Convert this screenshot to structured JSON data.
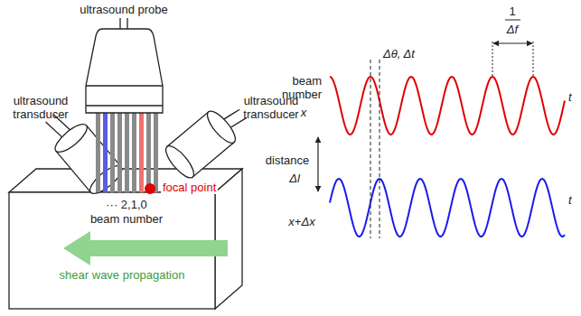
{
  "diagram": {
    "labels": [
      "ultrasound probe",
      "ultrasound transducer",
      "ultrasound transducer",
      "focal point",
      "··· 2,1,0",
      "beam number",
      "shear wave propagation",
      "beam number",
      "x",
      "distance",
      "Δl",
      "x+Δx",
      "Δθ, Δt",
      "1",
      "Δf",
      "t",
      "t"
    ]
  }
}
